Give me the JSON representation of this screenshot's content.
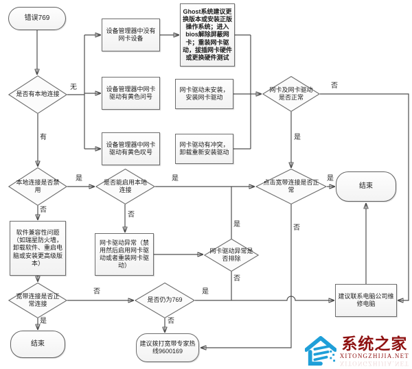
{
  "diagram": {
    "nodes": {
      "start": {
        "label": "错误769"
      },
      "d1": {
        "label": "是否有本地连接"
      },
      "b1": {
        "label": "设备管理器中没有网卡设备"
      },
      "b2": {
        "label": "设备管理器中网卡驱动有黄色问号"
      },
      "b3": {
        "label": "设备管理器中网卡驱动有黄色叹号"
      },
      "ghost": {
        "label": "Ghost系统建议更换版本或安装正版操作系统；进入bios解除屏蔽网卡；重装网卡驱动，拔插网卡硬件或更换硬件测试"
      },
      "b4": {
        "label": "网卡驱动未安装，安装网卡驱动"
      },
      "b5": {
        "label": "网卡驱动有冲突，卸载重新安装驱动"
      },
      "d2": {
        "label": "网卡及网卡驱动是否正常"
      },
      "d3": {
        "label": "本地连接是否禁用"
      },
      "d4": {
        "label": "是否能启用本地连接"
      },
      "d5": {
        "label": "点击宽带连接是否正常"
      },
      "end1": {
        "label": "结束"
      },
      "b6": {
        "label": "软件兼容性问题（如瑞星防火墙，卸载软件、重启电脑或安装更高级版本）"
      },
      "b7": {
        "label": "网卡驱动异常（禁用然后启用网卡驱动或者重装网卡驱动）"
      },
      "d6": {
        "label": "网卡驱动异常是否排除"
      },
      "d7": {
        "label": "宽带连接是否正常连接"
      },
      "end2": {
        "label": "结束"
      },
      "d8": {
        "label": "是否仍为769"
      },
      "b8": {
        "label": "建议拨打宽带专家热线9600169"
      },
      "b9": {
        "label": "建议联系电脑公司维修电脑"
      }
    },
    "edge_labels": {
      "d1_no": "无",
      "d1_yes": "有",
      "d2_no": "否",
      "d2_yes": "是",
      "d3_yes": "是",
      "d3_no": "否",
      "d4_yes": "是",
      "d4_no": "否",
      "d5_yes": "是",
      "d5_no": "否",
      "d6_yes": "是",
      "d6_no": "否",
      "d7_yes": "是",
      "d7_no": "否",
      "d8_yes": "是",
      "d8_no": "否"
    }
  },
  "logo": {
    "title": "系统之家",
    "url": "XITONGZHIJIA.NET"
  },
  "colors": {
    "node_border": "#666666",
    "connector_line": "#4d4d4d",
    "logo_blue": "#1f9fd8",
    "logo_red": "#8e1111"
  }
}
